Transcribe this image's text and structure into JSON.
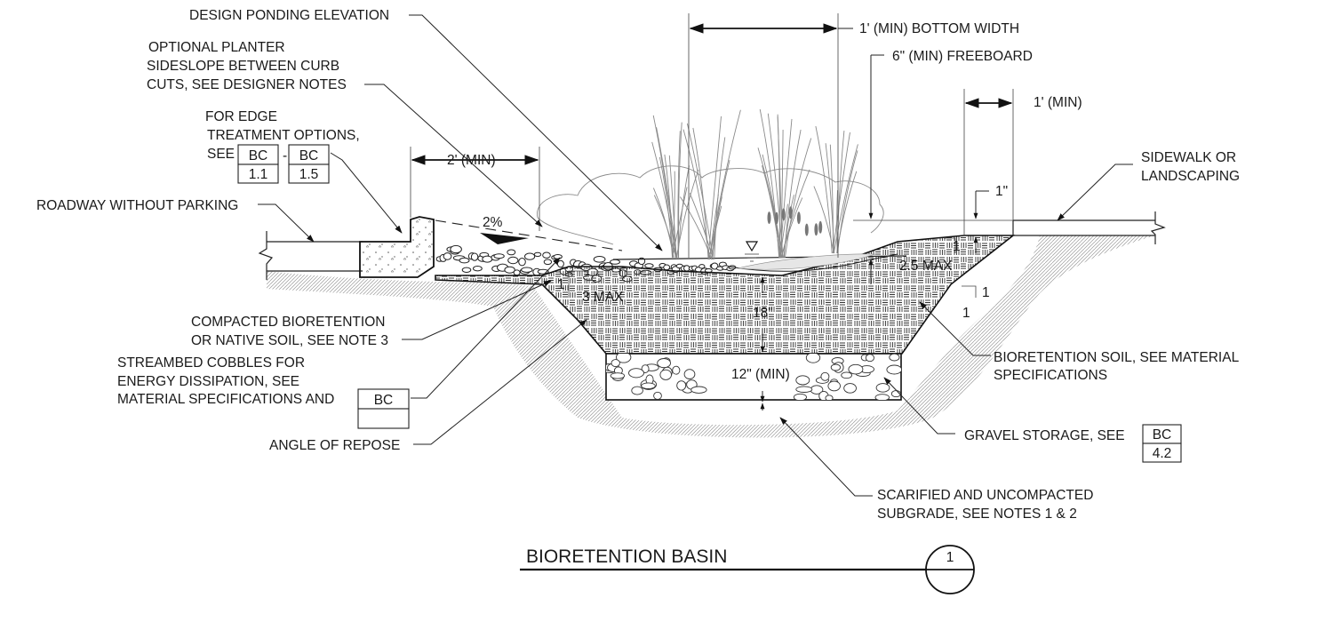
{
  "labels": {
    "design_ponding": "DESIGN PONDING ELEVATION",
    "planter_1": "OPTIONAL PLANTER",
    "planter_2": "SIDESLOPE BETWEEN CURB",
    "planter_3": "CUTS, SEE DESIGNER NOTES",
    "edge_1": "FOR EDGE",
    "edge_2": "TREATMENT OPTIONS,",
    "edge_3": "SEE",
    "roadway": "ROADWAY WITHOUT PARKING",
    "compacted_1": "COMPACTED BIORETENTION",
    "compacted_2": "OR NATIVE SOIL, SEE NOTE 3",
    "cobbles_1": "STREAMBED COBBLES FOR",
    "cobbles_2": "ENERGY DISSIPATION, SEE",
    "cobbles_3": "MATERIAL SPECIFICATIONS AND",
    "angle": "ANGLE OF REPOSE",
    "sidewalk_1": "SIDEWALK OR",
    "sidewalk_2": "LANDSCAPING",
    "soil_1": "BIORETENTION SOIL, SEE MATERIAL",
    "soil_2": "SPECIFICATIONS",
    "gravel": "GRAVEL STORAGE, SEE",
    "subgrade_1": "SCARIFIED AND UNCOMPACTED",
    "subgrade_2": "SUBGRADE, SEE NOTES 1 & 2"
  },
  "dimensions": {
    "bottom_width": "1' (MIN) BOTTOM WIDTH",
    "freeboard": "6\" (MIN) FREEBOARD",
    "one_ft_min": "1' (MIN)",
    "one_inch": "1\"",
    "two_ft_min": "2' (MIN)",
    "slope_pct": "2%",
    "left_slope": "3 MAX",
    "left_slope_rise": "1",
    "right_slope": "2.5 MAX",
    "right_slope_rise": "1",
    "outer_rise": "1",
    "outer_run": "1",
    "soil_depth": "18\"",
    "gravel_depth": "12\" (MIN)"
  },
  "references": {
    "edge_a": {
      "code": "BC",
      "num": "1.1"
    },
    "sep": "-",
    "edge_b": {
      "code": "BC",
      "num": "1.5"
    },
    "cobbles": {
      "code": "BC",
      "num": ""
    },
    "gravel": {
      "code": "BC",
      "num": "4.2"
    }
  },
  "title": {
    "text": "BIORETENTION BASIN",
    "number": "1"
  }
}
